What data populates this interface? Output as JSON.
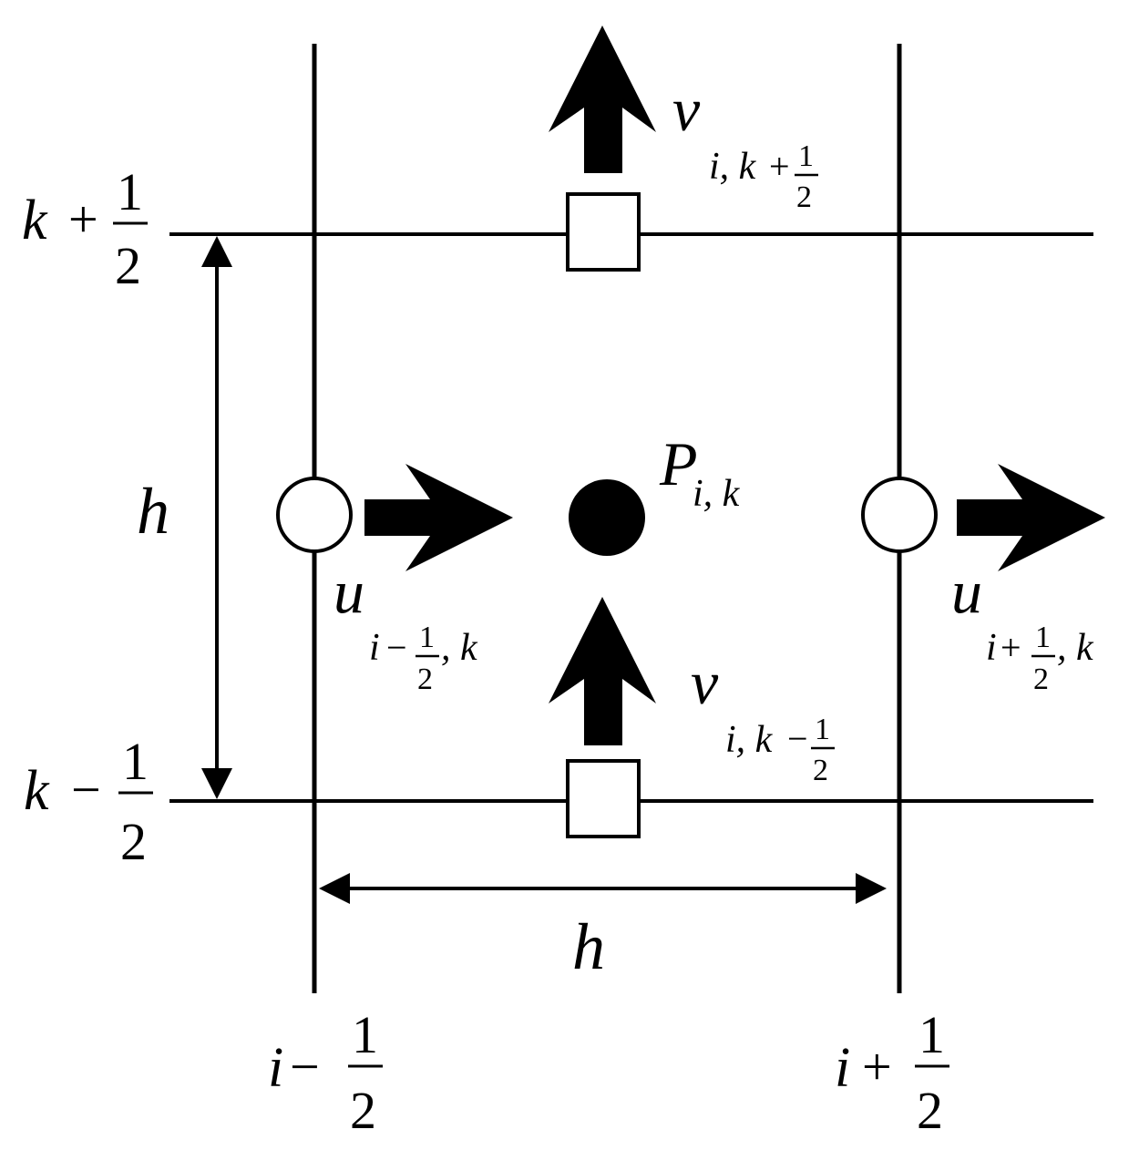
{
  "labels": {
    "k_top": {
      "var": "k",
      "op": "+",
      "num": "1",
      "den": "2"
    },
    "k_bot": {
      "var": "k",
      "op": "−",
      "num": "1",
      "den": "2"
    },
    "i_left": {
      "var": "i",
      "op": "−",
      "num": "1",
      "den": "2"
    },
    "i_right": {
      "var": "i",
      "op": "+",
      "num": "1",
      "den": "2"
    },
    "h_vertical": "h",
    "h_horizontal": "h",
    "pressure": {
      "symbol": "P",
      "sub": "i, k"
    },
    "v_top": {
      "symbol": "v",
      "sub_pre": "i, k",
      "op": "+",
      "num": "1",
      "den": "2"
    },
    "v_bottom": {
      "symbol": "v",
      "sub_pre": "i, k",
      "op": "−",
      "num": "1",
      "den": "2"
    },
    "u_left": {
      "symbol": "u",
      "sub_pre": "i",
      "op": "−",
      "num": "1",
      "den": "2",
      "sub_post": ", k"
    },
    "u_right": {
      "symbol": "u",
      "sub_pre": "i",
      "op": "+",
      "num": "1",
      "den": "2",
      "sub_post": ", k"
    }
  }
}
